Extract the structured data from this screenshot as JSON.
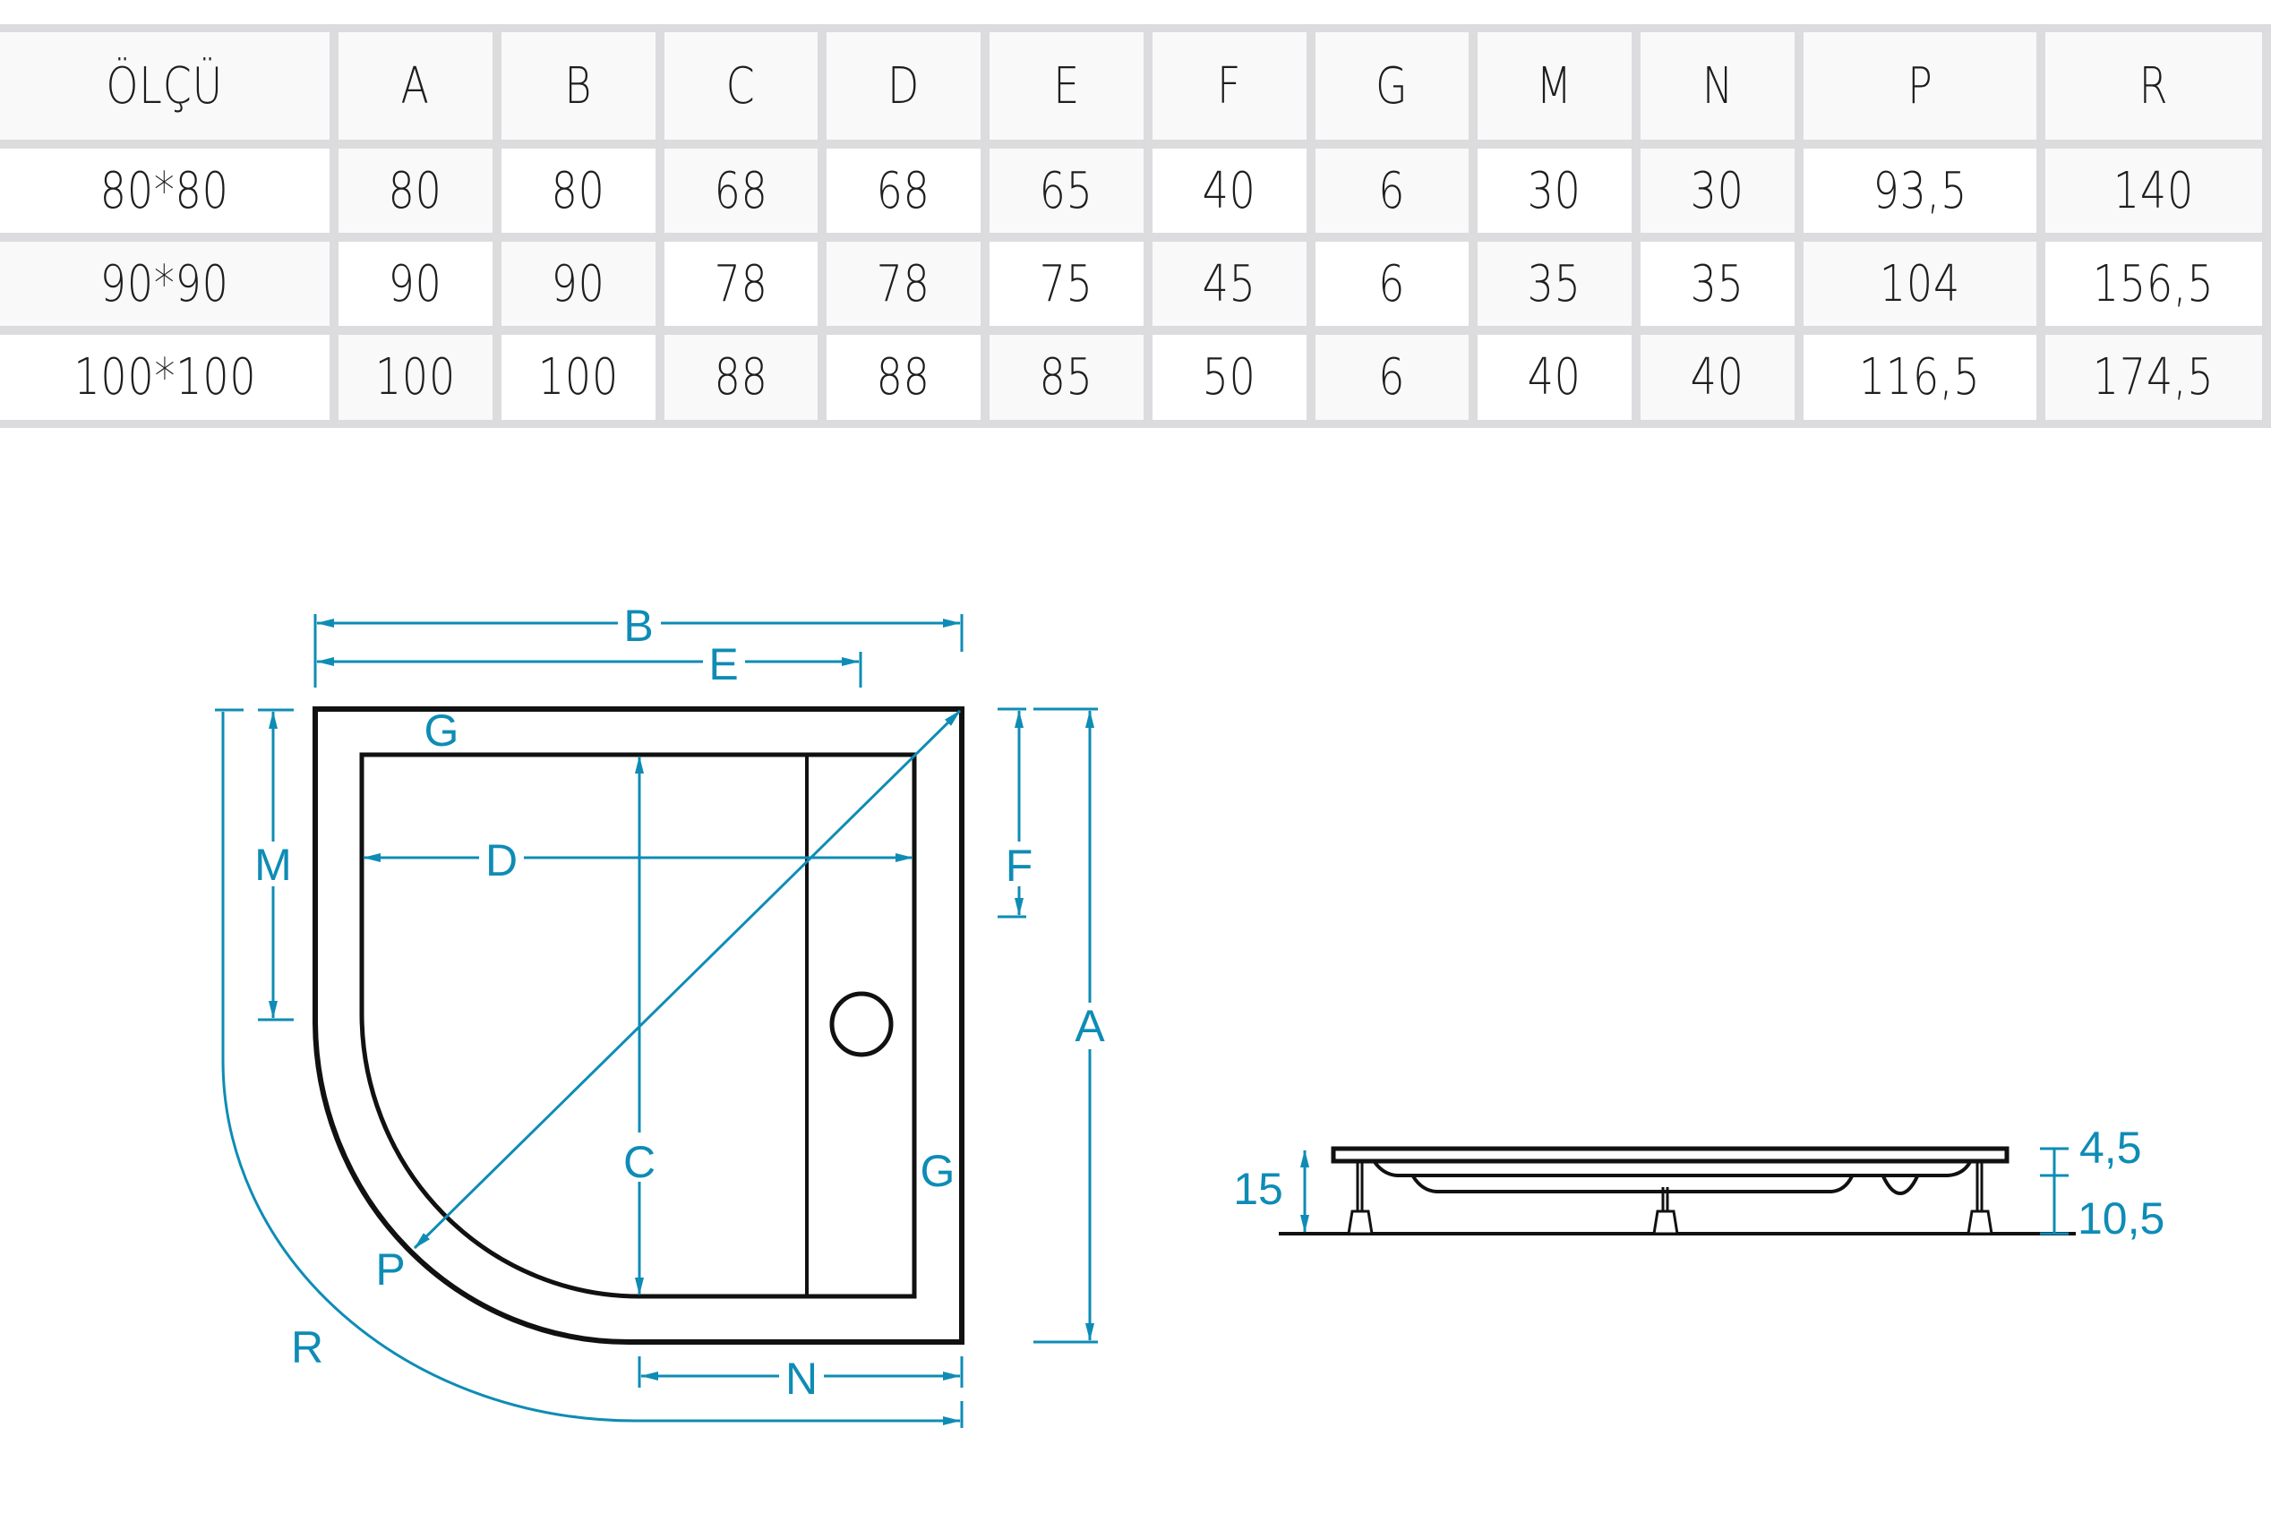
{
  "table": {
    "headers": [
      "ÖLÇÜ",
      "A",
      "B",
      "C",
      "D",
      "E",
      "F",
      "G",
      "M",
      "N",
      "P",
      "R"
    ],
    "rows": [
      [
        "80*80",
        "80",
        "80",
        "68",
        "68",
        "65",
        "40",
        "6",
        "30",
        "30",
        "93,5",
        "140"
      ],
      [
        "90*90",
        "90",
        "90",
        "78",
        "78",
        "75",
        "45",
        "6",
        "35",
        "35",
        "104",
        "156,5"
      ],
      [
        "100*100",
        "100",
        "100",
        "88",
        "88",
        "85",
        "50",
        "6",
        "40",
        "40",
        "116,5",
        "174,5"
      ]
    ]
  },
  "plan_view": {
    "labels": {
      "B": "B",
      "E": "E",
      "G_top": "G",
      "G_right": "G",
      "M": "M",
      "D": "D",
      "F": "F",
      "A": "A",
      "C": "C",
      "P": "P",
      "R": "R",
      "N": "N"
    }
  },
  "side_view": {
    "total_height": "15",
    "plate_height": "4,5",
    "leg_height": "10,5"
  },
  "colors": {
    "accent": "#0e8cb5",
    "outline": "#111111",
    "grid": "#dcdcde",
    "cell_light": "#f9f9f9",
    "cell_white": "#ffffff",
    "text": "#1e1e1e"
  }
}
